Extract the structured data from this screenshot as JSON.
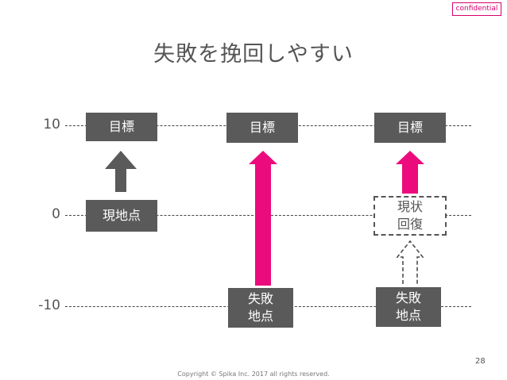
{
  "badge": "confidential",
  "title": "失敗を挽回しやすい",
  "levels": {
    "top": "10",
    "mid": "0",
    "bottom": "-10"
  },
  "left": {
    "goal": "目標",
    "start": "現地点"
  },
  "center": {
    "goal": "目標",
    "fail_line1": "失敗",
    "fail_line2": "地点"
  },
  "right": {
    "goal": "目標",
    "recover_line1": "現状",
    "recover_line2": "回復",
    "fail_line1": "失敗",
    "fail_line2": "地点"
  },
  "colors": {
    "accent": "#ec0b7c",
    "box": "#5a5a5a",
    "arrow_gray": "#5a5a5a"
  },
  "page_number": "28",
  "copyright": "Copyright © Spika Inc. 2017 all rights reserved."
}
